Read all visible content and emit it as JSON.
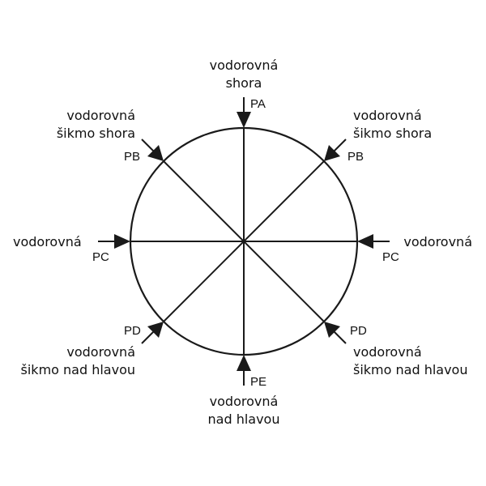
{
  "positions": {
    "pa": {
      "code": "PA",
      "desc": [
        "vodorovná",
        "shora"
      ]
    },
    "pb_left": {
      "code": "PB",
      "desc": [
        "vodorovná",
        "šikmo shora"
      ]
    },
    "pb_right": {
      "code": "PB",
      "desc": [
        "vodorovná",
        "šikmo shora"
      ]
    },
    "pc_left": {
      "code": "PC",
      "desc": [
        "vodorovná"
      ]
    },
    "pc_right": {
      "code": "PC",
      "desc": [
        "vodorovná"
      ]
    },
    "pd_left": {
      "code": "PD",
      "desc": [
        "vodorovná",
        "šikmo nad hlavou"
      ]
    },
    "pd_right": {
      "code": "PD",
      "desc": [
        "vodorovná",
        "šikmo nad hlavou"
      ]
    },
    "pe": {
      "code": "PE",
      "desc": [
        "vodorovná",
        "nad hlavou"
      ]
    }
  }
}
